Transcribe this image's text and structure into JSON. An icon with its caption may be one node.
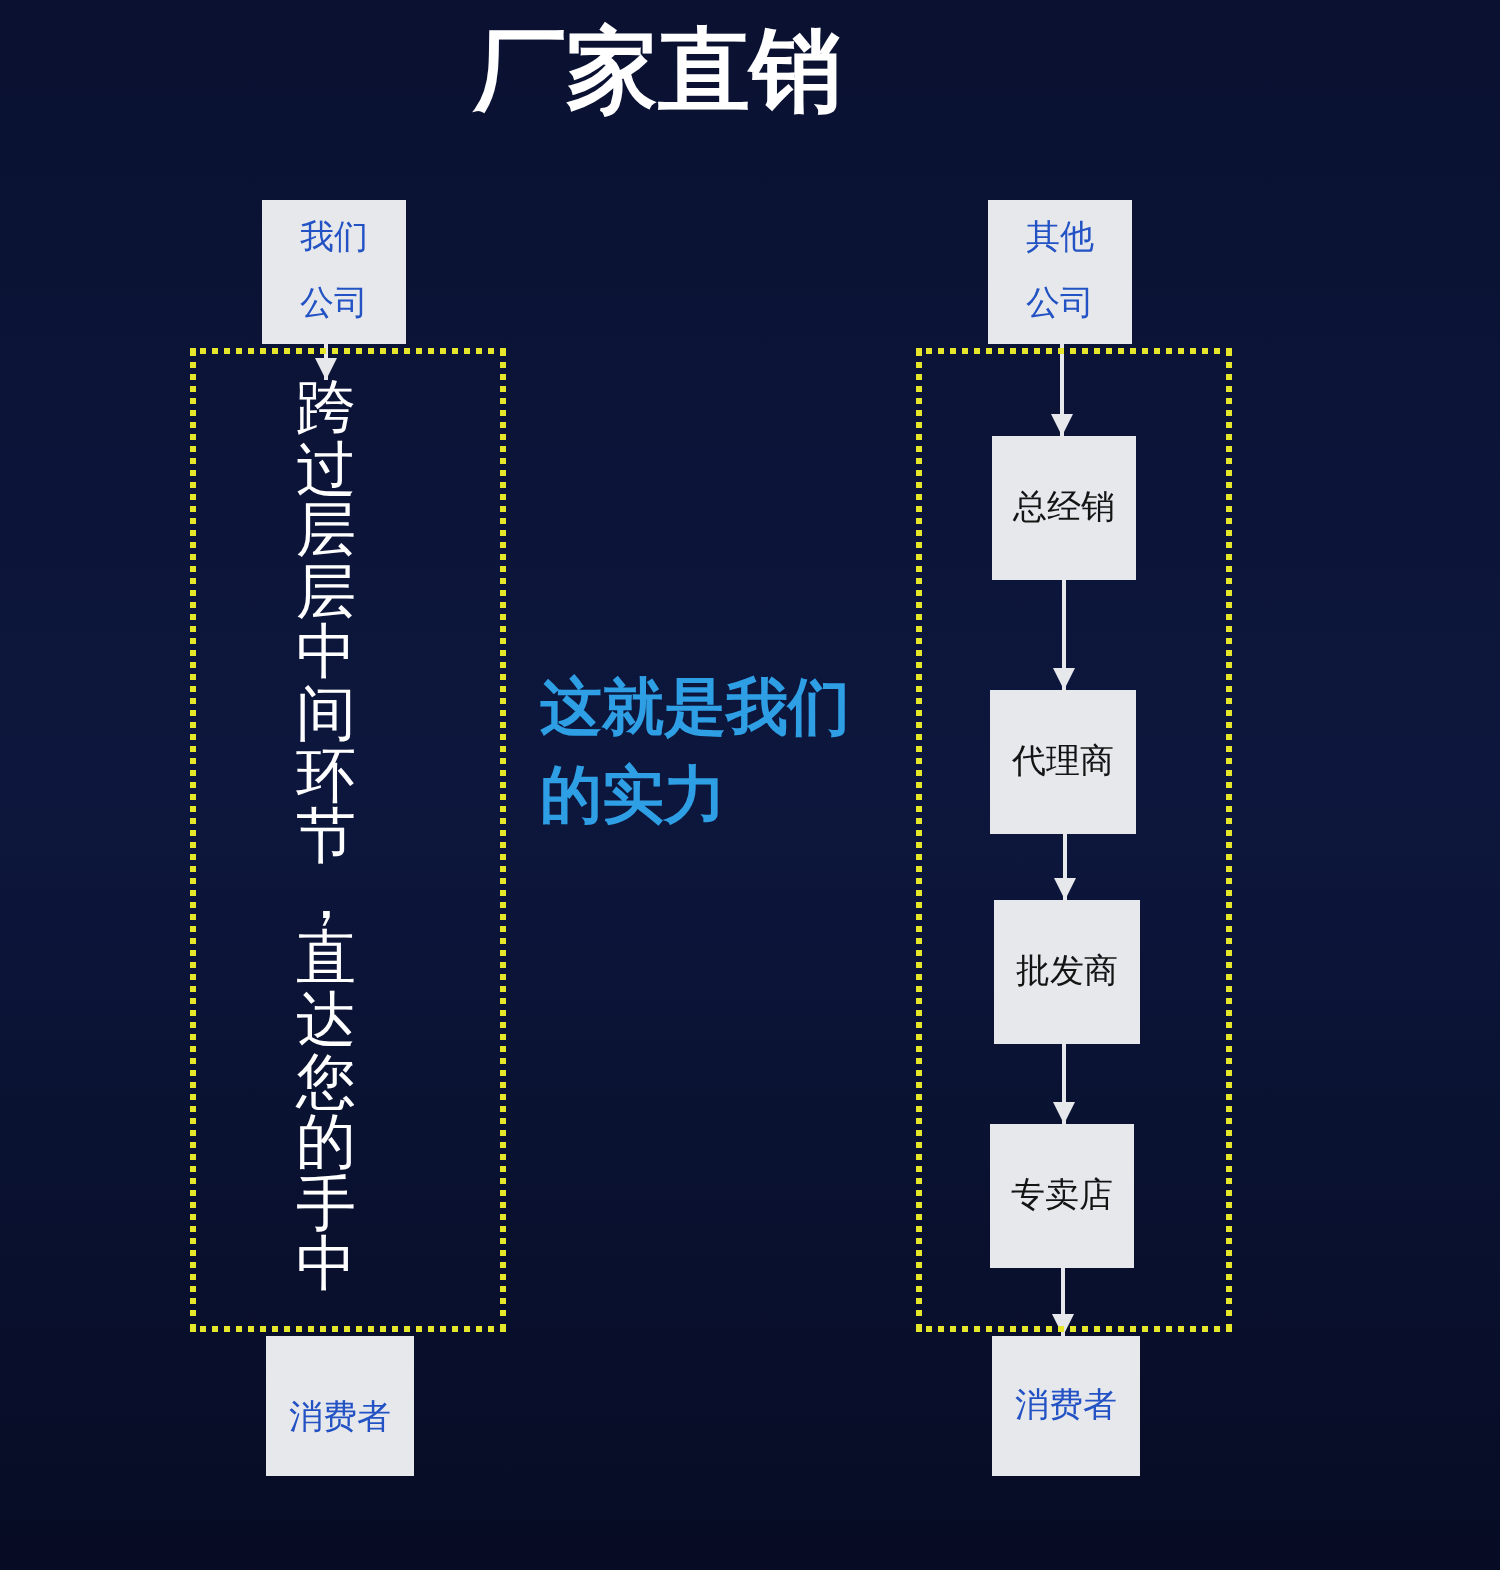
{
  "diagram": {
    "title": "厂家直销",
    "nodes": [
      {
        "text": [
          "我们公司"
        ]
      },
      {
        "text": [],
        "shape": "box"
      },
      {
        "text": [
          "跨过层层中间环节，直达您的手中"
        ],
        "in": 1
      },
      {
        "text": [
          "消费者"
        ]
      },
      {
        "text": [
          "其他公司"
        ]
      },
      {
        "text": [],
        "shape": "box"
      },
      {
        "text": [
          "总经销"
        ],
        "in": 5
      },
      {
        "text": [
          "代理商"
        ],
        "in": 5
      },
      {
        "text": [
          "批发商"
        ],
        "in": 5
      },
      {
        "text": [
          "专卖店"
        ],
        "in": 5
      },
      {
        "text": [
          "消费者"
        ]
      }
    ],
    "edges": [
      {
        "from": 0,
        "to": 2,
        "arrow": "to"
      },
      {
        "from": 4,
        "to": 6,
        "arrow": "to"
      },
      {
        "from": 6,
        "to": 7,
        "arrow": "to"
      },
      {
        "from": 7,
        "to": 8,
        "arrow": "to"
      },
      {
        "from": 8,
        "to": 9,
        "arrow": "to"
      },
      {
        "from": 9,
        "to": 10,
        "arrow": "to"
      }
    ],
    "labels": [
      "这就是我们的实力"
    ]
  }
}
